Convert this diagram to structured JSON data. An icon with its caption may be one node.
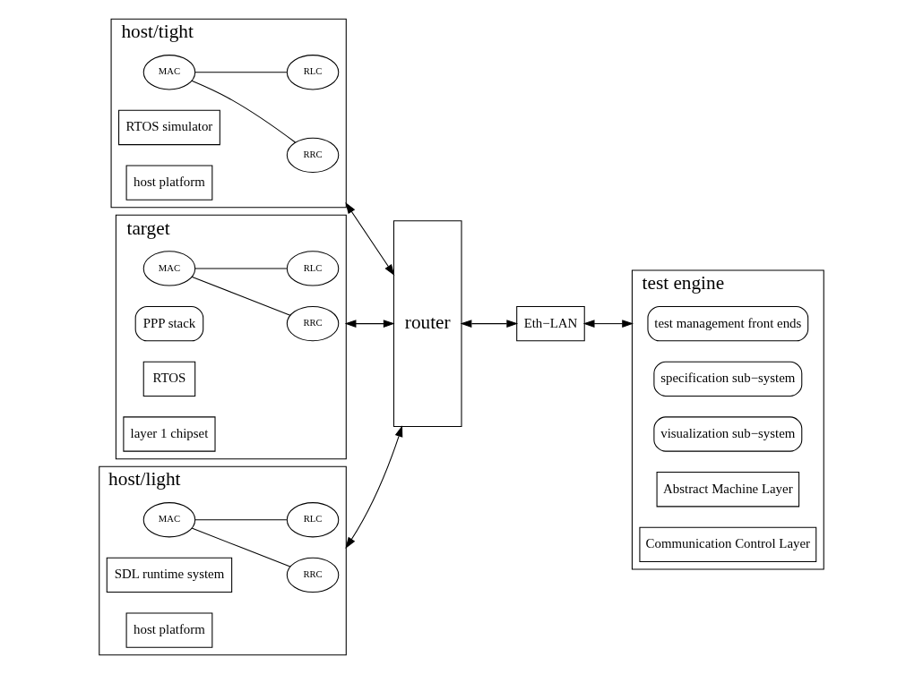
{
  "diagram": {
    "nodes": [
      {
        "text": [
          "host/light"
        ]
      },
      {
        "text": [
          "RRC"
        ],
        "in": 0
      },
      {
        "text": [
          "RLC"
        ],
        "in": 0
      },
      {
        "text": [
          "MAC"
        ],
        "in": 0
      },
      {
        "text": [
          "SDL runtime system"
        ],
        "in": 0
      },
      {
        "text": [
          "host platform"
        ],
        "in": 0
      },
      {
        "text": [
          "host/tight"
        ]
      },
      {
        "text": [
          "RRC"
        ],
        "in": 6
      },
      {
        "text": [
          "RLC"
        ],
        "in": 6
      },
      {
        "text": [
          "MAC"
        ],
        "in": 6
      },
      {
        "text": [
          "RTOS simulator"
        ],
        "in": 6
      },
      {
        "text": [
          "host platform"
        ],
        "in": 6
      },
      {
        "text": [
          "target"
        ]
      },
      {
        "text": [
          "RRC"
        ],
        "in": 12
      },
      {
        "text": [
          "RLC"
        ],
        "in": 12
      },
      {
        "text": [
          "MAC"
        ],
        "in": 12
      },
      {
        "text": [
          "PPP stack"
        ],
        "in": 12
      },
      {
        "text": [
          "RTOS"
        ],
        "in": 12
      },
      {
        "text": [
          "layer 1 chipset"
        ],
        "in": 12
      },
      {
        "text": [
          "router"
        ]
      },
      {
        "text": [
          "Eth−LAN"
        ]
      },
      {
        "text": [
          "test engine"
        ]
      },
      {
        "text": [
          "test management front ends"
        ],
        "in": 21
      },
      {
        "text": [
          "specification sub−system"
        ],
        "in": 21
      },
      {
        "text": [
          "visualization sub−system"
        ],
        "in": 21
      },
      {
        "text": [
          "Abstract Machine Layer"
        ],
        "in": 21
      },
      {
        "text": [
          "Communication Control Layer"
        ],
        "in": 21
      }
    ],
    "edges": [
      {
        "from": 3,
        "to": 1,
        "arrow": "none"
      },
      {
        "from": 3,
        "to": 2,
        "arrow": "none"
      },
      {
        "from": 9,
        "to": 7,
        "arrow": "none"
      },
      {
        "from": 9,
        "to": 8,
        "arrow": "none"
      },
      {
        "from": 15,
        "to": 13,
        "arrow": "none"
      },
      {
        "from": 15,
        "to": 14,
        "arrow": "none"
      },
      {
        "from": 0,
        "to": 19,
        "arrow": "both"
      },
      {
        "from": 6,
        "to": 19,
        "arrow": "both"
      },
      {
        "from": 12,
        "to": 19,
        "arrow": "both"
      },
      {
        "from": 19,
        "to": 20,
        "arrow": "both"
      },
      {
        "from": 20,
        "to": 21,
        "arrow": "both"
      }
    ]
  }
}
